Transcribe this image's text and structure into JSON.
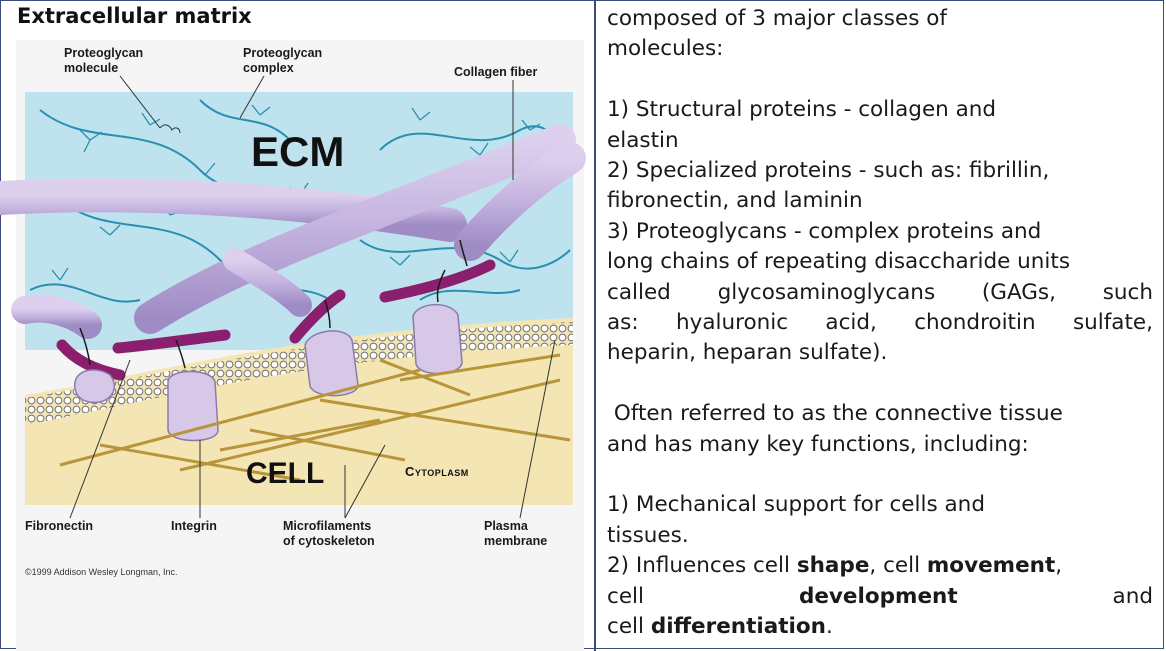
{
  "figure": {
    "title": "Extracellular matrix",
    "ecm_label": "ECM",
    "cell_label": "CELL",
    "cytoplasm_label": "Cytoplasm",
    "labels": {
      "proteoglycan_molecule_1": "Proteoglycan",
      "proteoglycan_molecule_2": "molecule",
      "proteoglycan_complex_1": "Proteoglycan",
      "proteoglycan_complex_2": "complex",
      "collagen_fiber": "Collagen fiber",
      "fibronectin": "Fibronectin",
      "integrin": "Integrin",
      "microfilaments_1": "Microfilaments",
      "microfilaments_2": "of cytoskeleton",
      "plasma_membrane_1": "Plasma",
      "plasma_membrane_2": "membrane"
    },
    "copyright": "©1999 Addison Wesley Longman, Inc.",
    "colors": {
      "ecm_bg": "#bfe3ee",
      "cytoplasm_bg": "#f4e6b4",
      "collagen": "#c8b8e0",
      "fibronectin": "#8a1f6e",
      "integrin": "#d6c8e6",
      "proteoglycan": "#2a8fb0",
      "microfilament": "#b8953a"
    }
  },
  "text": {
    "l1": "composed of 3 major classes of",
    "l2": "molecules:",
    "l3": "1) Structural proteins - collagen and",
    "l4": "elastin",
    "l5": "2) Specialized proteins - such as: fibrillin,",
    "l6": "fibronectin, and laminin",
    "l7": "3) Proteoglycans - complex proteins and",
    "l8": "long chains of repeating disaccharide units",
    "l9_a": "called",
    "l9_b": "glycosaminoglycans",
    "l9_c": "(GAGs,",
    "l9_d": "such",
    "l10_a": "as:",
    "l10_b": "hyaluronic",
    "l10_c": "acid,",
    "l10_d": "chondroitin",
    "l10_e": "sulfate,",
    "l11": "heparin, heparan sulfate).",
    "l12": " Often referred to as the connective tissue",
    "l13": "and has many key functions, including:",
    "l14": "1) Mechanical support for cells and",
    "l15": "tissues.",
    "l16_a": "2) Influences cell ",
    "l16_b": "shape",
    "l16_c": ", cell ",
    "l16_d": "movement",
    "l16_e": ",",
    "l17_a": "cell",
    "l17_b": "development",
    "l17_c": "and",
    "l18_a": "cell ",
    "l18_b": "differentiation",
    "l18_c": "."
  }
}
